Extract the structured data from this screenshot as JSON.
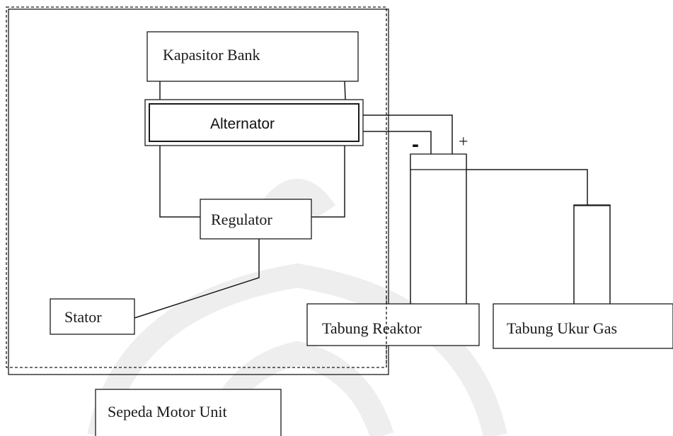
{
  "components": {
    "kapasitor_bank": "Kapasitor Bank",
    "alternator": "Alternator",
    "regulator": "Regulator",
    "stator": "Stator",
    "tabung_reaktor": "Tabung Reaktor",
    "tabung_ukur_gas": "Tabung Ukur Gas",
    "sepeda_motor_unit": "Sepeda Motor Unit"
  },
  "polarity": {
    "negative": "-",
    "positive": "+"
  },
  "colors": {
    "line": "#1a1a1a",
    "watermark": "#ececec"
  }
}
